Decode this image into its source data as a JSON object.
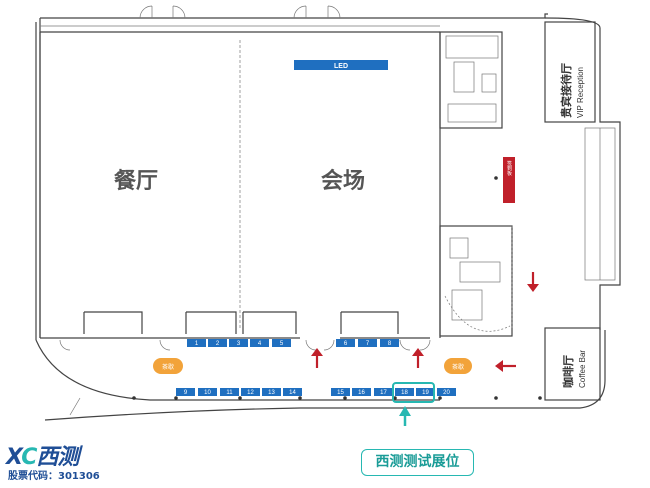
{
  "venue": {
    "dining_hall_label": "餐厅",
    "venue_hall_label": "会场",
    "led_label": "LED",
    "signin_label": "签到板",
    "vip_label_cn": "贵宾接待厅",
    "vip_label_en": "VIP Reception",
    "coffee_label_cn": "咖啡厅",
    "coffee_label_en": "Coffee Bar",
    "tea_label_left": "茶歇",
    "tea_label_right": "茶歇"
  },
  "booths": {
    "top_row": [
      "1",
      "2",
      "3",
      "4",
      "5",
      "6",
      "7",
      "8"
    ],
    "bottom_row": [
      "9",
      "10",
      "11",
      "12",
      "13",
      "14",
      "15",
      "16",
      "17",
      "18",
      "19",
      "20"
    ],
    "highlighted": [
      "18",
      "19"
    ]
  },
  "callout": {
    "label": "西测测试展位"
  },
  "brand": {
    "logo_x": "X",
    "logo_c": "C",
    "logo_text": "西测",
    "stock_label": "股票代码：301306"
  },
  "colors": {
    "booth": "#1f6fc0",
    "led": "#1f6fc0",
    "signin": "#c0202a",
    "arrow": "#c0202a",
    "tea": "#f2a33a",
    "highlight": "#27b8b2"
  }
}
